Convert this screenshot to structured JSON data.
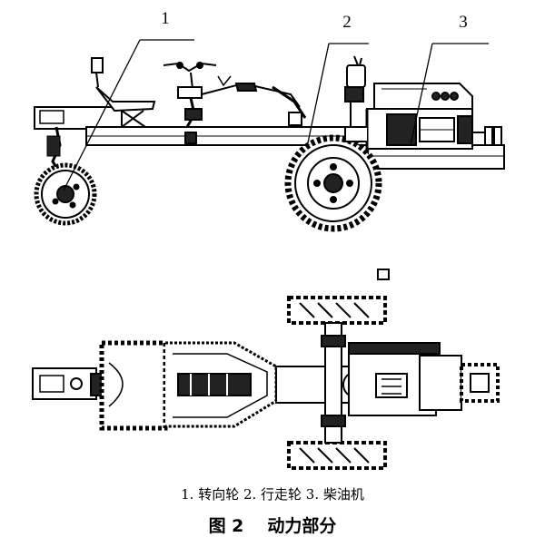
{
  "labels": [
    {
      "id": "1",
      "text": "1"
    },
    {
      "id": "2",
      "text": "2"
    },
    {
      "id": "3",
      "text": "3"
    }
  ],
  "caption": "1. 转向轮 2. 行走轮 3. 柴油机",
  "figure": {
    "number": "图 2",
    "title": "动力部分"
  }
}
